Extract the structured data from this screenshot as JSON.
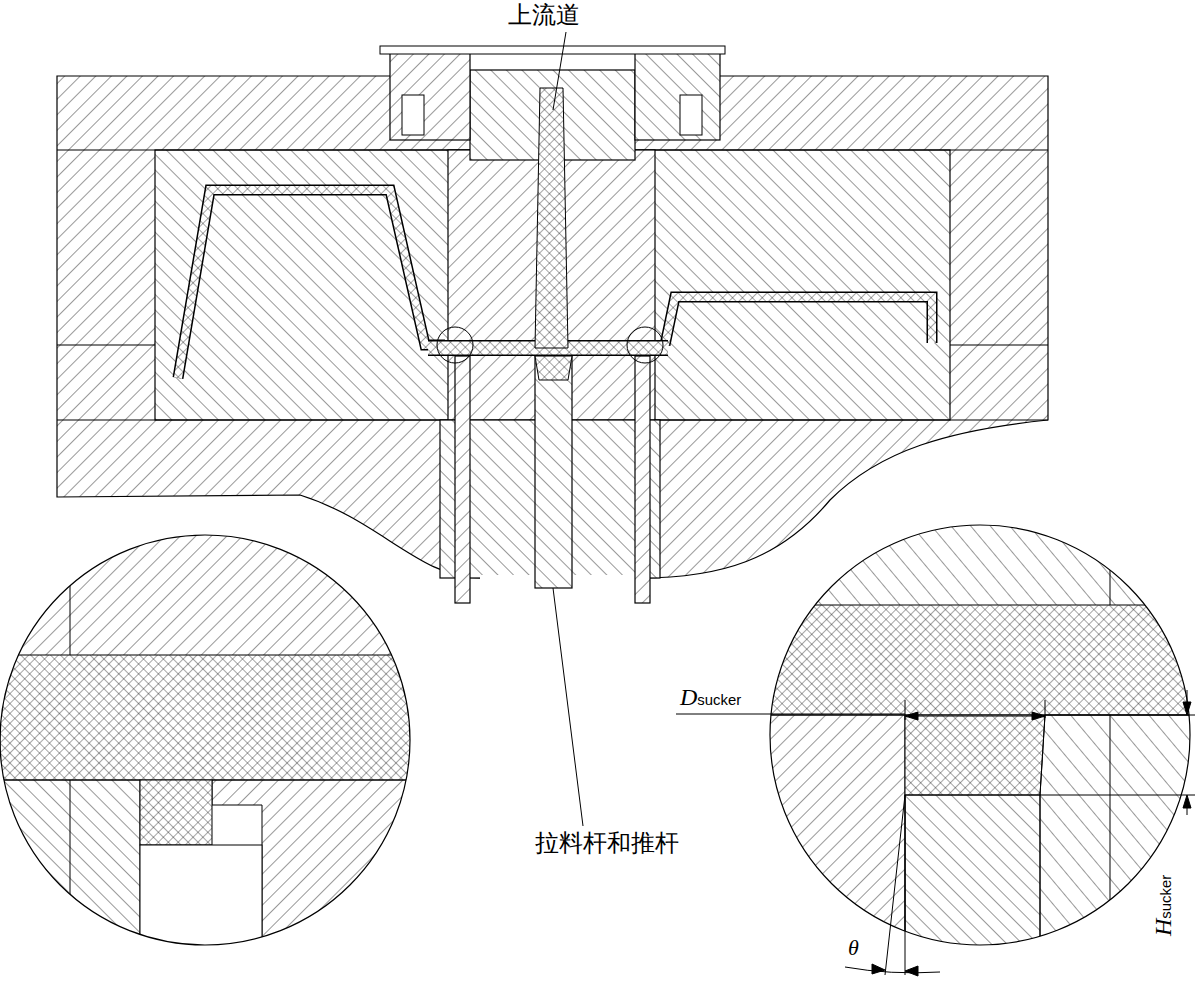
{
  "diagram": {
    "labels": [
      "上流道",
      "拉料杆和推杆",
      "D",
      "sucker",
      "H",
      "sucker",
      "θ"
    ]
  }
}
